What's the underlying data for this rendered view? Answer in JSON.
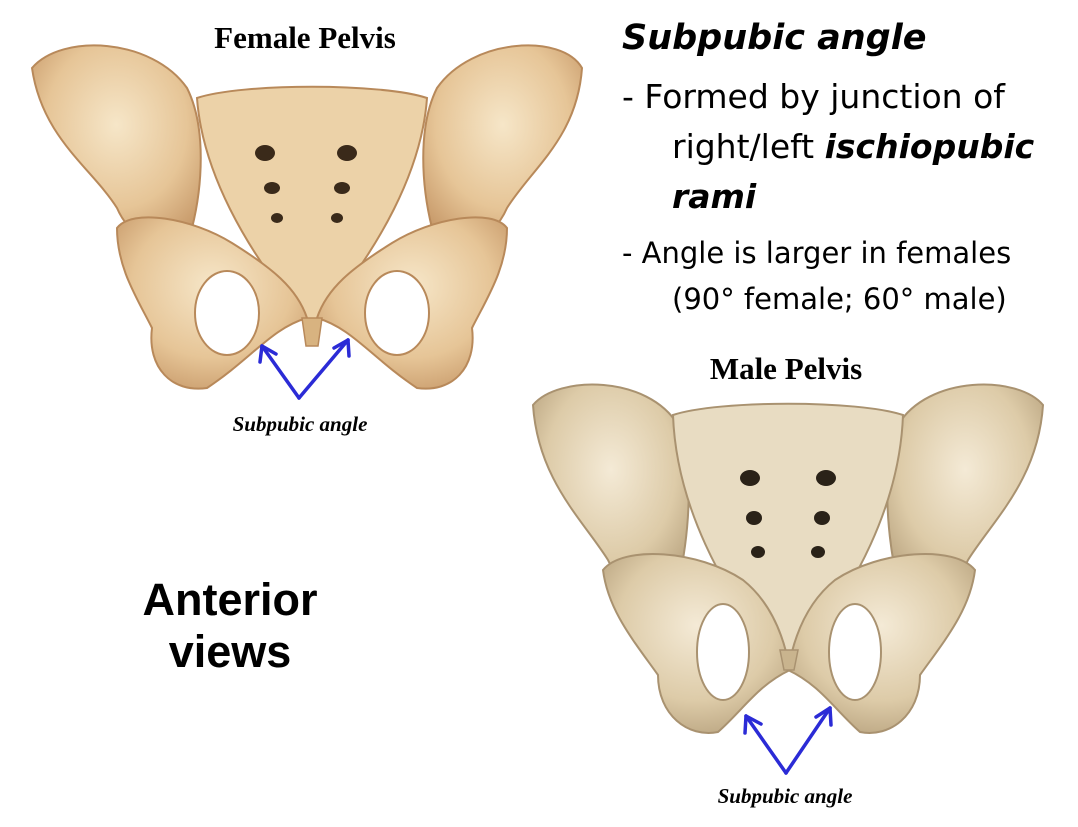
{
  "female": {
    "title": "Female Pelvis",
    "angle_label": "Subpubic angle",
    "image": "female-pelvis-anterior-bone"
  },
  "male": {
    "title": "Male Pelvis",
    "angle_label": "Subpubic angle",
    "image": "male-pelvis-anterior-bone"
  },
  "heading": "Subpubic angle",
  "bullet1": {
    "prefix": "- Formed by junction of",
    "line2_plain": "right/left ",
    "line2_emph": "ischiopubic",
    "line3": "rami"
  },
  "bullet2": {
    "line1": "- Angle is larger in females",
    "line2": "(90° female;  60° male)"
  },
  "view_label_line1": "Anterior",
  "view_label_line2": "views",
  "colors": {
    "arrow": "#2b2bd6",
    "bone_light": "#f1dcb8",
    "bone_mid": "#e2c193",
    "bone_dark": "#b8895a",
    "male_bone_light": "#efe3cc",
    "male_bone_mid": "#dccaa8",
    "male_bone_dark": "#a99270"
  }
}
